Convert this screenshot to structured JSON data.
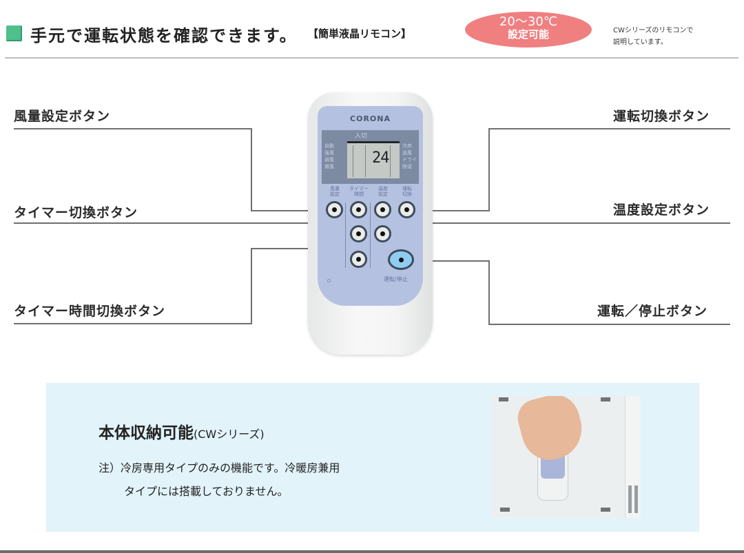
{
  "header": {
    "title": "手元で運転状態を確認できます。",
    "subtitle": "【簡単液晶リモコン】",
    "temp_badge": {
      "line1": "20〜30℃",
      "line2": "設定可能",
      "color": "#f07f80"
    },
    "note_line1": "CWシリーズのリモコンで",
    "note_line2": "説明しています。",
    "accent_color": "#4fbf8e"
  },
  "callouts": {
    "left": [
      {
        "label": "風量設定ボタン"
      },
      {
        "label": "タイマー切換ボタン"
      },
      {
        "label": "タイマー時間切換ボタン"
      }
    ],
    "right": [
      {
        "label": "運転切換ボタン"
      },
      {
        "label": "温度設定ボタン"
      },
      {
        "label": "運転／停止ボタン"
      }
    ]
  },
  "remote": {
    "brand": "CORONA",
    "lcd_top_label": "入切",
    "lcd_left_modes": [
      "自動",
      "強風",
      "弱風",
      "微風"
    ],
    "lcd_right_modes": [
      "冷房",
      "送風",
      "ドライ",
      "除湿"
    ],
    "display_value": "24",
    "button_labels": [
      "風量\n設定",
      "タイマー\n時間",
      "温度\n設定",
      "運転\n切換"
    ],
    "power_label": "運転/停止"
  },
  "info": {
    "title": "本体収納可能",
    "title_paren": "(CWシリーズ)",
    "note_line1": "注）冷房専用タイプのみの機能です。冷暖房兼用",
    "note_line2": "タイプには搭載しておりません。",
    "background_color": "#e2f3fa"
  }
}
